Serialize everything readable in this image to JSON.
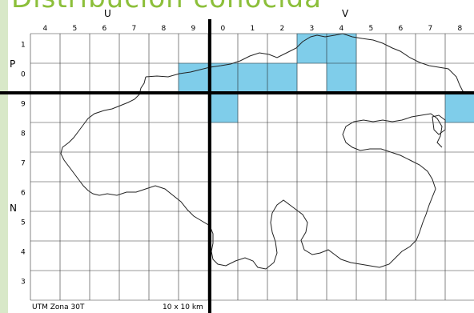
{
  "map": {
    "title": "Distribución conocida",
    "zone_letters": {
      "top_left": "U",
      "top_right": "V",
      "left_upper": "P",
      "left_lower": "N"
    },
    "column_labels": [
      "4",
      "5",
      "6",
      "7",
      "8",
      "9",
      "0",
      "1",
      "2",
      "3",
      "4",
      "5",
      "6",
      "7",
      "8"
    ],
    "row_labels": [
      "1",
      "0",
      "9",
      "8",
      "7",
      "6",
      "5",
      "4",
      "3"
    ],
    "footer_left": "UTM Zona 30T",
    "footer_right": "10 x 10 km",
    "highlight_color": "#7fcdea",
    "highlighted_cells": [
      {
        "col": "3",
        "row": "1"
      },
      {
        "col": "4",
        "row": "1"
      },
      {
        "col": "9",
        "row": "0"
      },
      {
        "col": "0",
        "row": "0"
      },
      {
        "col": "1",
        "row": "0"
      },
      {
        "col": "2",
        "row": "0"
      },
      {
        "col": "4",
        "row": "0"
      },
      {
        "col": "0",
        "row": "9"
      },
      {
        "col": "8",
        "row": "9"
      }
    ]
  }
}
